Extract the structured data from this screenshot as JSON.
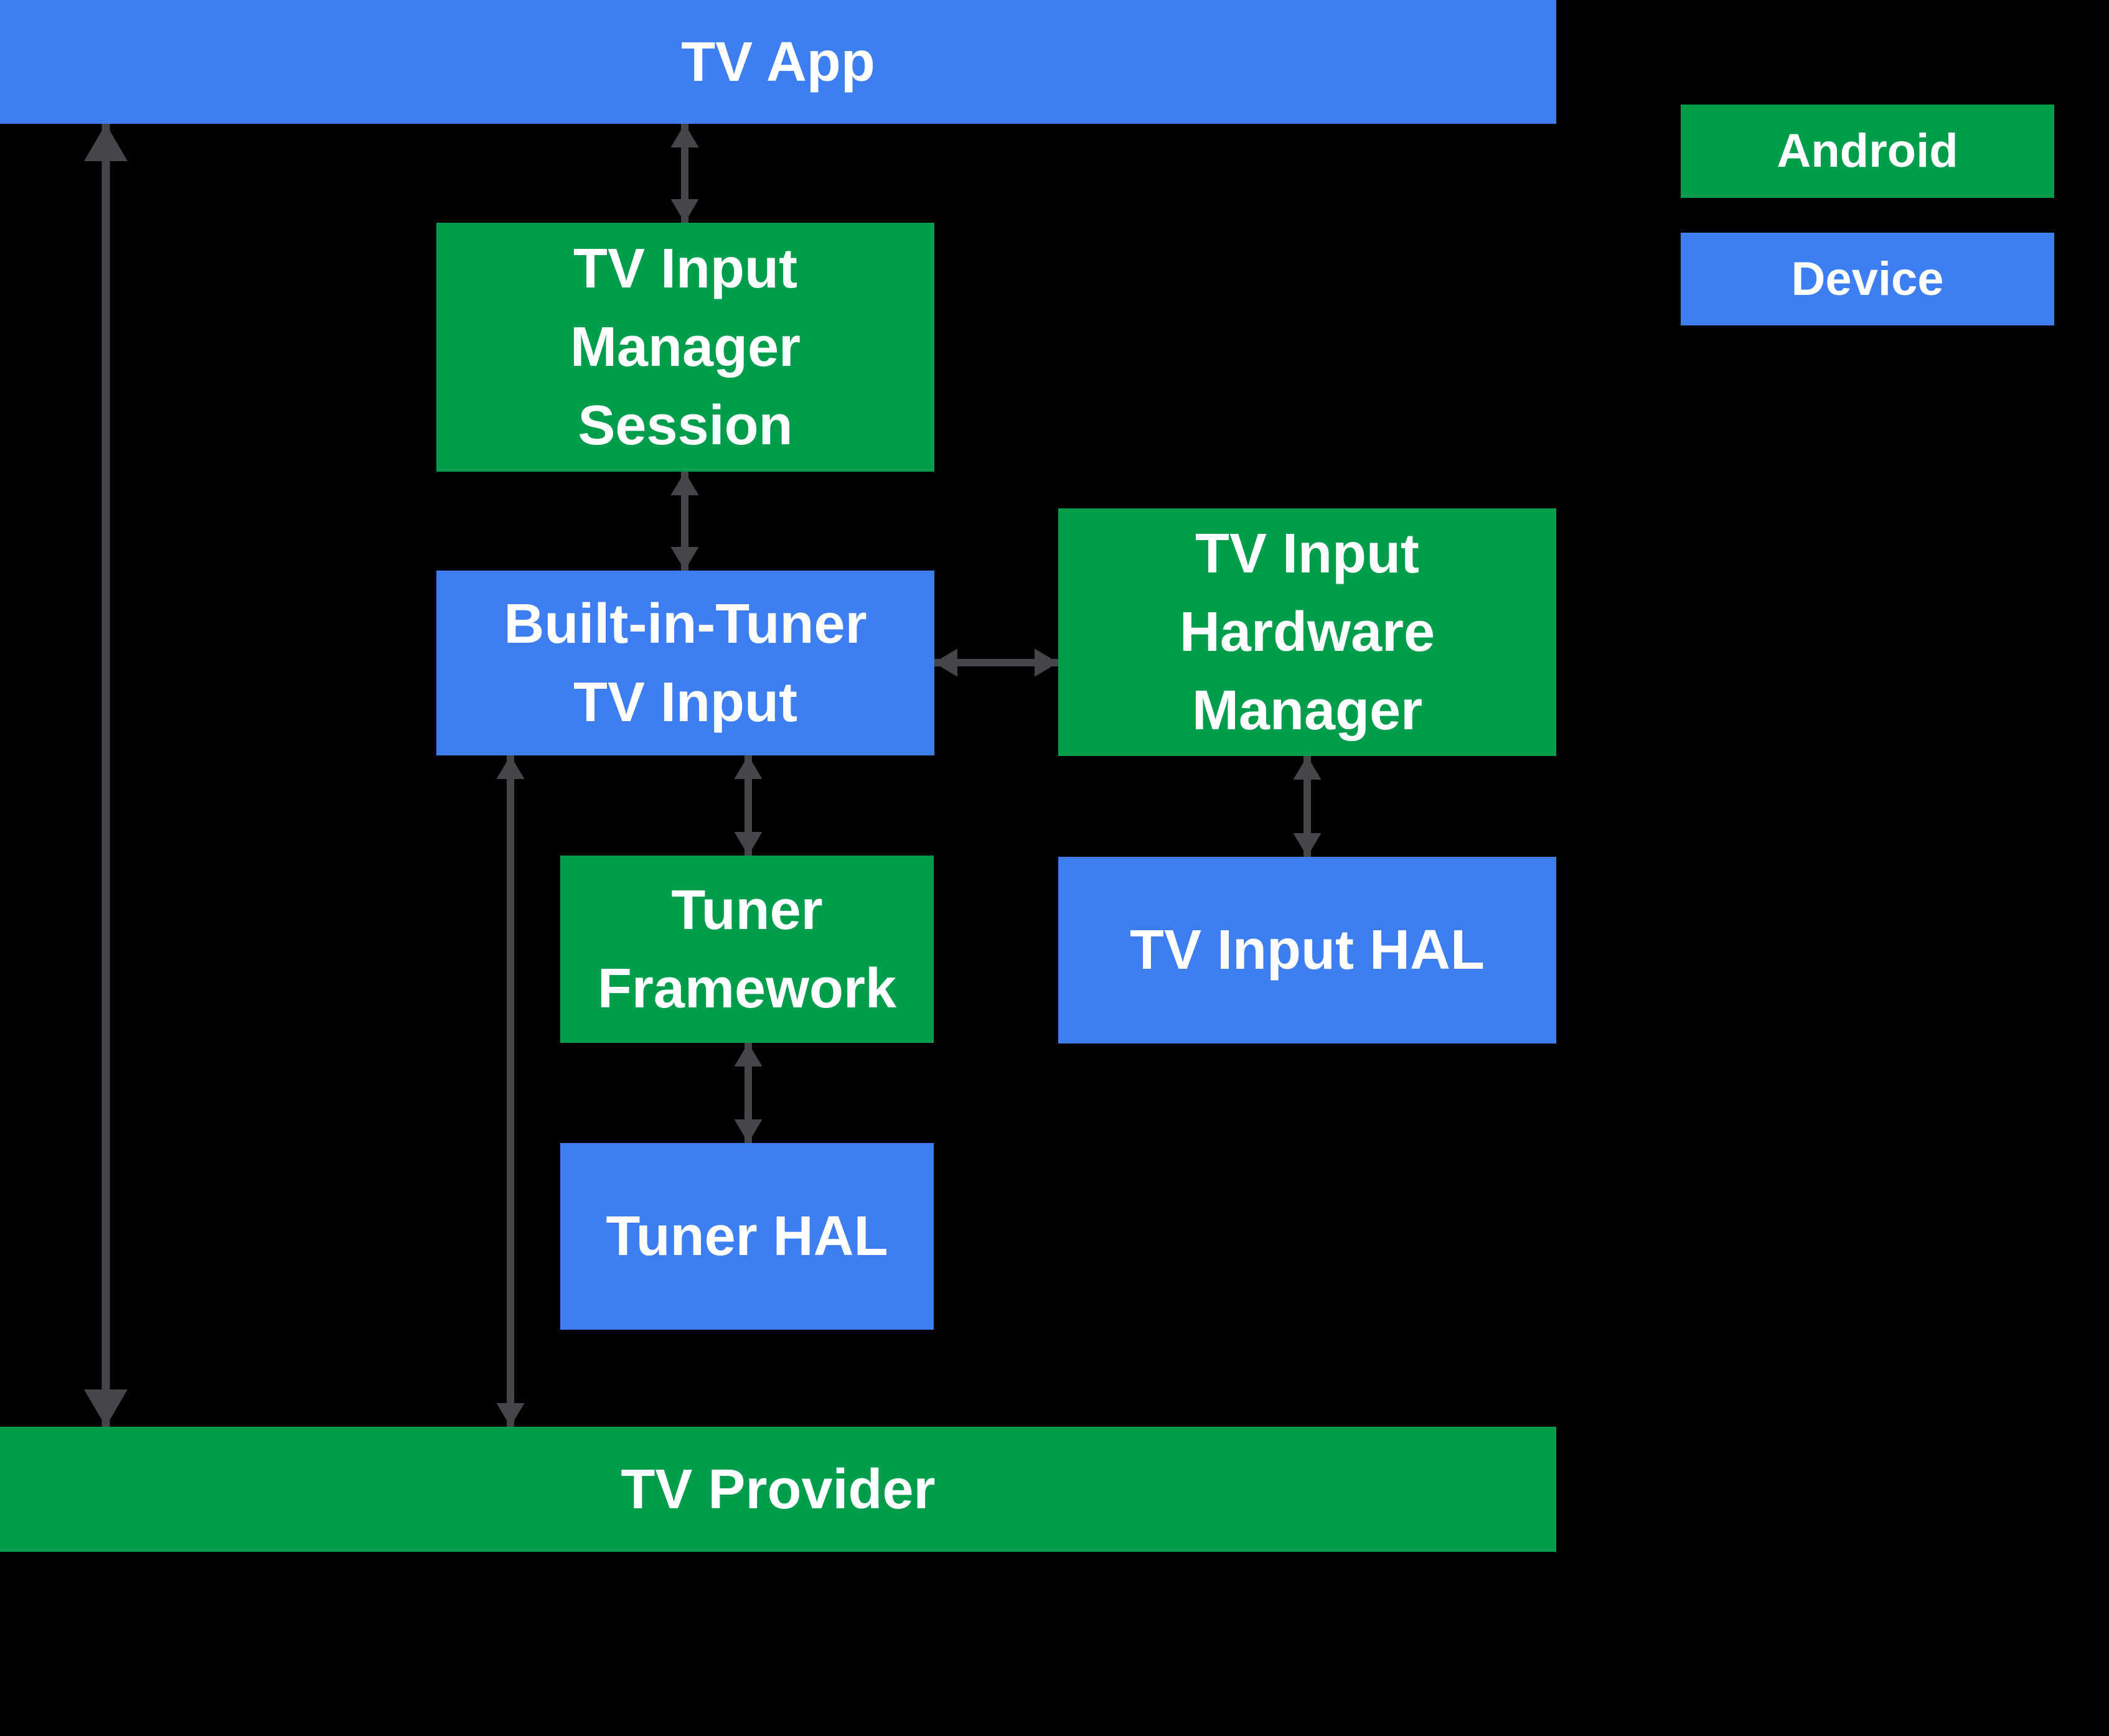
{
  "diagram": {
    "boxes": {
      "tv_app": {
        "label": "TV App",
        "layer": "Device"
      },
      "manager_session": {
        "label": "TV Input\nManager\nSession",
        "layer": "Android"
      },
      "builtin_tuner": {
        "label": "Built-in-Tuner\nTV Input",
        "layer": "Device"
      },
      "hw_manager": {
        "label": "TV Input\nHardware\nManager",
        "layer": "Android"
      },
      "tuner_framework": {
        "label": "Tuner\nFramework",
        "layer": "Android"
      },
      "tv_input_hal": {
        "label": "TV Input HAL",
        "layer": "Device"
      },
      "tuner_hal": {
        "label": "Tuner HAL",
        "layer": "Device"
      },
      "tv_provider": {
        "label": "TV Provider",
        "layer": "Android"
      }
    },
    "legend": {
      "android_label": "Android",
      "device_label": "Device"
    },
    "colors": {
      "android_green": "#009D4C",
      "device_blue": "#3D7EF2",
      "arrow_gray": "#444649",
      "background": "#000000",
      "text": "#FFFFFF"
    },
    "connections": [
      {
        "from": "TV App",
        "to": "TV Provider",
        "style": "bidirectional"
      },
      {
        "from": "TV App",
        "to": "TV Input Manager Session",
        "style": "bidirectional"
      },
      {
        "from": "TV Input Manager Session",
        "to": "Built-in-Tuner TV Input",
        "style": "bidirectional"
      },
      {
        "from": "Built-in-Tuner TV Input",
        "to": "TV Input Hardware Manager",
        "style": "bidirectional"
      },
      {
        "from": "TV Input Hardware Manager",
        "to": "TV Input HAL",
        "style": "bidirectional"
      },
      {
        "from": "Built-in-Tuner TV Input",
        "to": "Tuner Framework",
        "style": "bidirectional"
      },
      {
        "from": "Tuner Framework",
        "to": "Tuner HAL",
        "style": "bidirectional"
      },
      {
        "from": "Built-in-Tuner TV Input",
        "to": "TV Provider",
        "style": "bidirectional"
      }
    ]
  }
}
